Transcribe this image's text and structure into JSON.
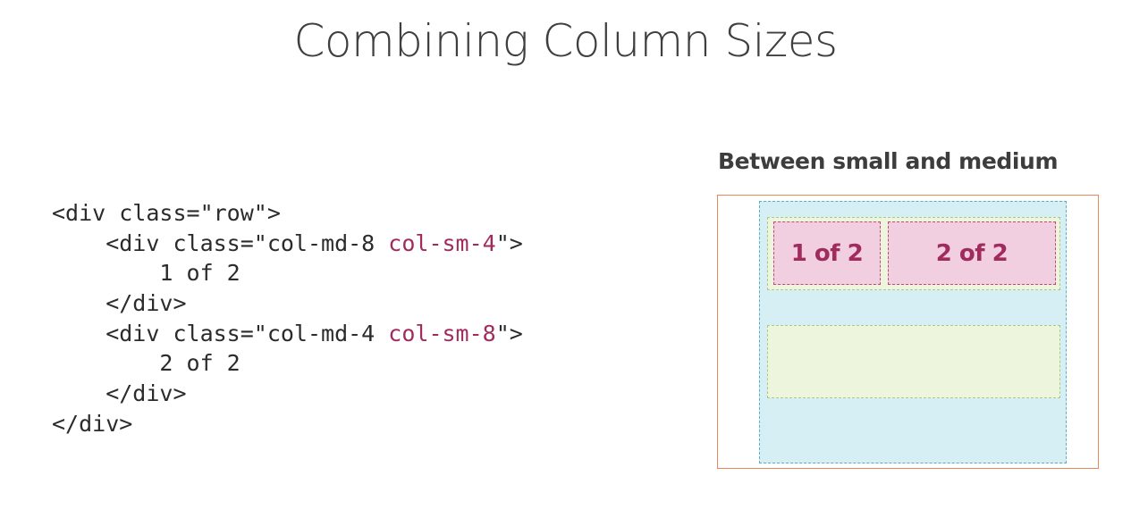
{
  "slide": {
    "title": "Combining Column Sizes"
  },
  "code": {
    "lines": [
      {
        "text": "<div class=\"row\">",
        "highlight": ""
      },
      {
        "text": "    <div class=\"col-md-8 ",
        "highlight": "col-sm-4",
        "suffix": "\">"
      },
      {
        "text": "        1 of 2",
        "highlight": ""
      },
      {
        "text": "    </div>",
        "highlight": ""
      },
      {
        "text": "    <div class=\"col-md-4 ",
        "highlight": "col-sm-8",
        "suffix": "\">"
      },
      {
        "text": "        2 of 2",
        "highlight": ""
      },
      {
        "text": "    </div>",
        "highlight": ""
      },
      {
        "text": "</div>",
        "highlight": ""
      }
    ],
    "highlight_color": "#a02c5e"
  },
  "demo": {
    "heading": "Between small and medium",
    "columns": [
      {
        "label": "1 of 2"
      },
      {
        "label": "2 of 2"
      }
    ]
  },
  "colors": {
    "title_text": "#3f3f3f",
    "viewport_border": "#e3895e",
    "container_fill": "#d5eff5",
    "row_fill": "#eef5dd",
    "column_fill": "#f1cfe0",
    "column_text": "#a02c5e"
  }
}
